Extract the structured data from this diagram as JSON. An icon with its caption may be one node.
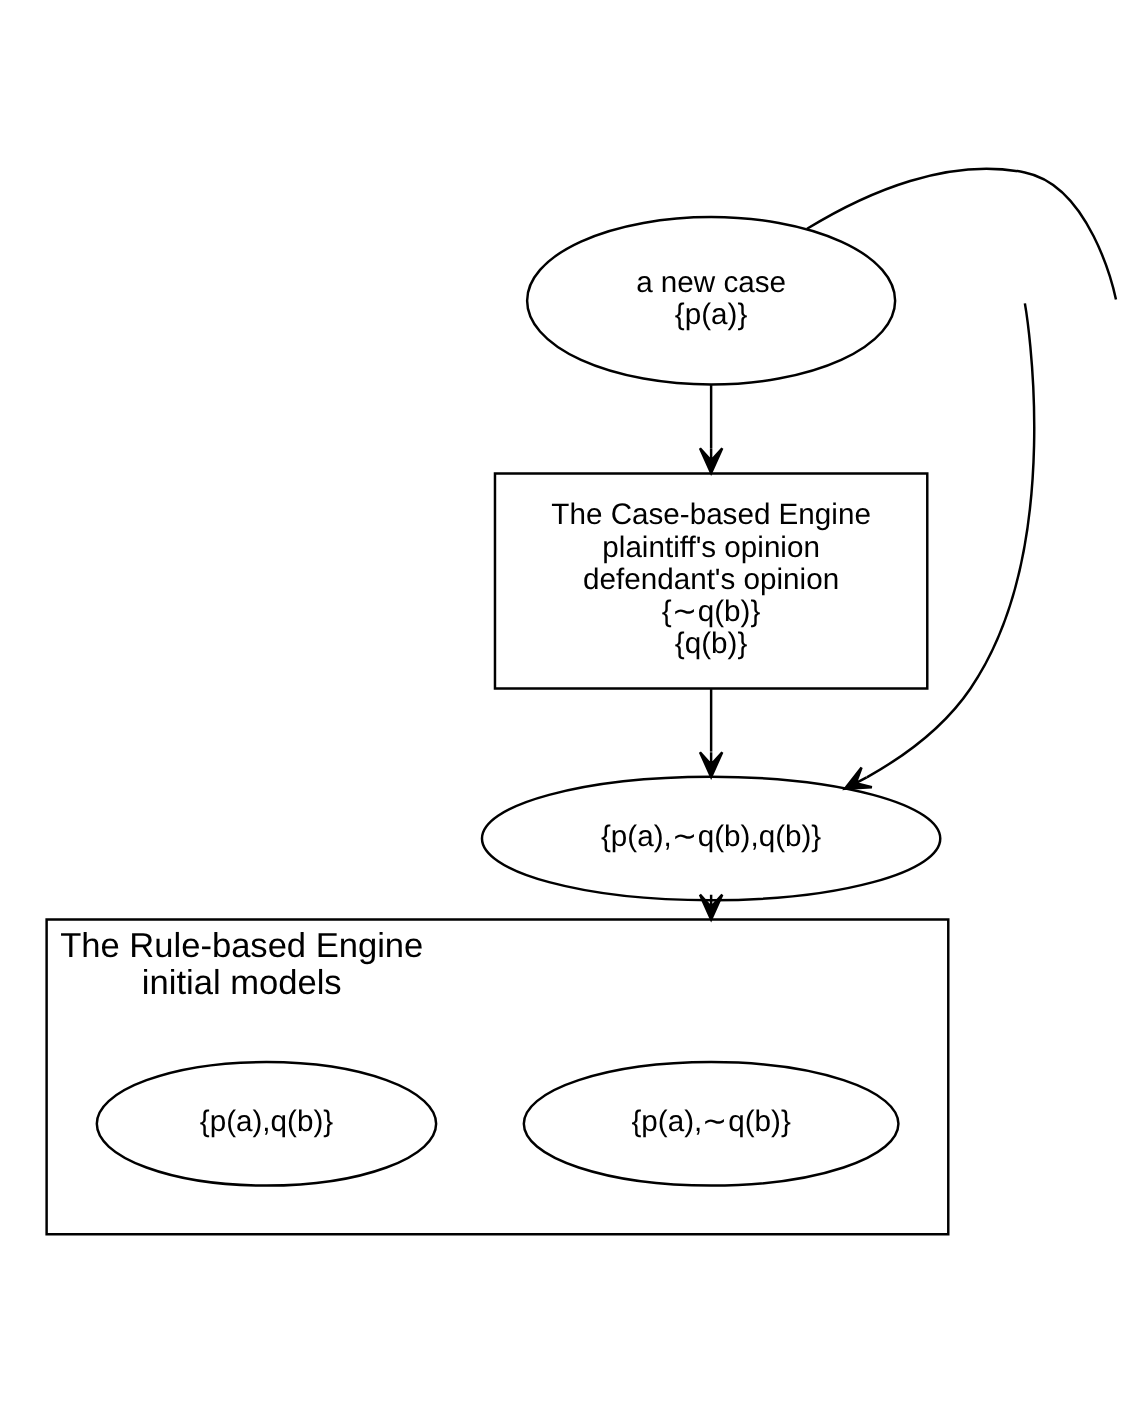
{
  "diagram": {
    "nodes": [
      {
        "text": [
          "a new case",
          "{p(a)}"
        ]
      },
      {
        "text": [
          "The Case-based Engine",
          "plaintiff's opinion",
          "defendant's opinion",
          "{∼q(b)}",
          "{q(b)}"
        ]
      },
      {
        "text": [
          "{p(a),∼q(b),q(b)}"
        ]
      },
      {
        "text": [
          "The Rule-based Engine",
          "initial models"
        ]
      },
      {
        "text": [
          "{p(a),∼q(b)}"
        ],
        "in": 3
      },
      {
        "text": [
          "{p(a),q(b)}"
        ],
        "in": 3
      }
    ],
    "edges": [
      {
        "from": 0,
        "to": 1,
        "arrow": "to"
      },
      {
        "from": 0,
        "to": null,
        "arrow": "none"
      },
      {
        "from": 1,
        "to": 2,
        "arrow": "to"
      },
      {
        "from": null,
        "to": 2,
        "arrow": "to"
      },
      {
        "from": 2,
        "to": 3,
        "arrow": "to"
      }
    ]
  }
}
